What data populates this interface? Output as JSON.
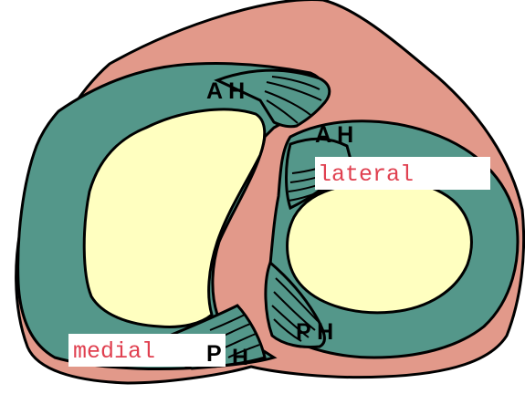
{
  "colors": {
    "outer": "#E2998A",
    "muscle": "#54978A",
    "cavity": "#FFFFC0",
    "outline": "#000000",
    "label_red": "#E04050"
  },
  "labels": {
    "ah_left": "A H",
    "ah_right": "A H",
    "lateral": "lateral",
    "medial": "medial",
    "ph_left_p": "P",
    "ph_left_h": "H",
    "ph_right": "P H"
  }
}
